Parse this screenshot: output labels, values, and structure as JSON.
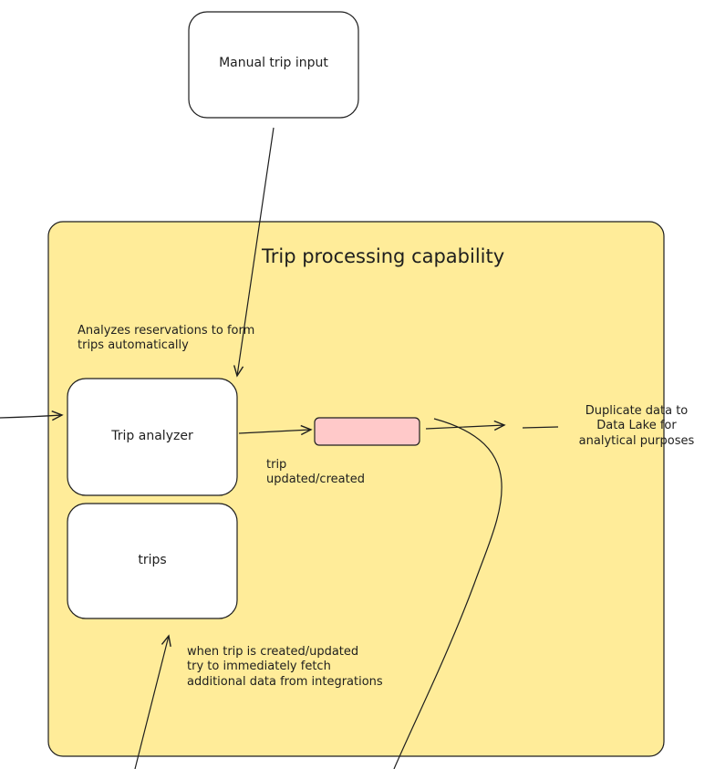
{
  "nodes": {
    "manual_input": {
      "label": "Manual trip input"
    },
    "trip_analyzer": {
      "label": "Trip analyzer"
    },
    "trips_store": {
      "label": "trips"
    },
    "event_topic": {
      "label": ""
    }
  },
  "capability": {
    "title": "Trip processing capability"
  },
  "annotations": {
    "analyzer_desc": "Analyzes reservations to form\ntrips automatically",
    "event_label": "trip\nupdated/created",
    "duplicate": "Duplicate data to\nData Lake for\nanalytical purposes",
    "fetch_desc": "when trip is created/updated\ntry to immediately fetch\nadditional data from integrations"
  },
  "colors": {
    "capability_fill": "#ffec99",
    "event_fill": "#ffc9c9",
    "stroke": "#1e1e1e",
    "node_fill": "#ffffff"
  }
}
